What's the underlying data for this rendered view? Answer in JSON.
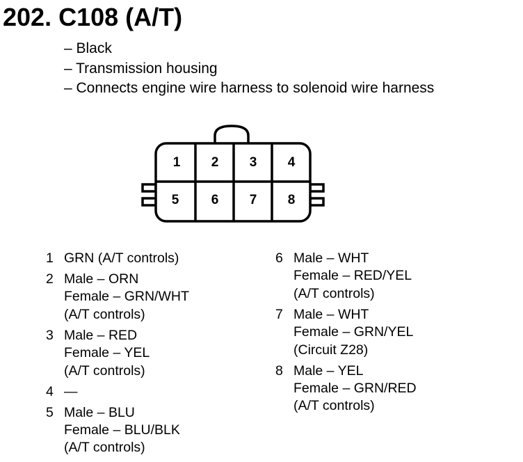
{
  "header": {
    "title": "202. C108 (A/T)"
  },
  "description": [
    "– Black",
    "– Transmission housing",
    "– Connects engine wire harness to solenoid wire harness"
  ],
  "connector": {
    "pins_top": [
      "1",
      "2",
      "3",
      "4"
    ],
    "pins_bottom": [
      "5",
      "6",
      "7",
      "8"
    ]
  },
  "pinout_left": [
    {
      "num": "1",
      "lines": [
        "GRN (A/T controls)"
      ]
    },
    {
      "num": "2",
      "lines": [
        "Male – ORN",
        "Female – GRN/WHT",
        "(A/T controls)"
      ]
    },
    {
      "num": "3",
      "lines": [
        "Male – RED",
        "Female – YEL",
        "(A/T controls)"
      ]
    },
    {
      "num": "4",
      "lines": [
        "—"
      ]
    },
    {
      "num": "5",
      "lines": [
        "Male – BLU",
        "Female – BLU/BLK",
        "(A/T controls)"
      ]
    }
  ],
  "pinout_right": [
    {
      "num": "6",
      "lines": [
        "Male – WHT",
        "Female – RED/YEL",
        "(A/T controls)"
      ]
    },
    {
      "num": "7",
      "lines": [
        "Male – WHT",
        "Female – GRN/YEL",
        "(Circuit Z28)"
      ]
    },
    {
      "num": "8",
      "lines": [
        "Male – YEL",
        "Female – GRN/RED",
        "(A/T controls)"
      ]
    }
  ]
}
